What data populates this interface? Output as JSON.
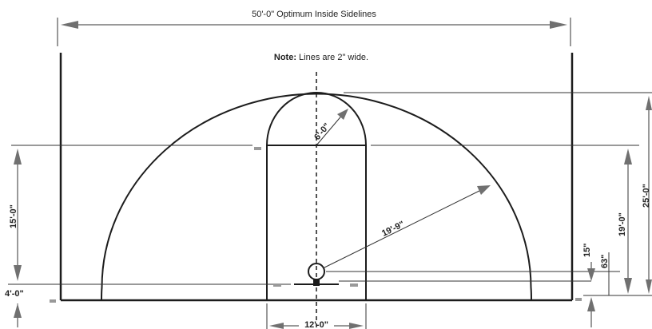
{
  "diagram": {
    "top_dimension": "50'-0\" Optimum Inside Sidelines",
    "note": {
      "label": "Note:",
      "text": " Lines are 2\" wide."
    },
    "labels": {
      "circle_radius": "6'-0\"",
      "three_point_radius": "19'-9\"",
      "free_throw_distance": "15'-0\"",
      "backboard_offset": "4'-0\"",
      "lane_width": "12'-0\"",
      "lane_length": "19'-0\"",
      "arc_depth": "25'-0\"",
      "rim_height_offset": "15\"",
      "rim_center_offset": "63\""
    },
    "colors": {
      "lines": "#1c1c1c",
      "dimension_arrows": "#707070"
    }
  }
}
